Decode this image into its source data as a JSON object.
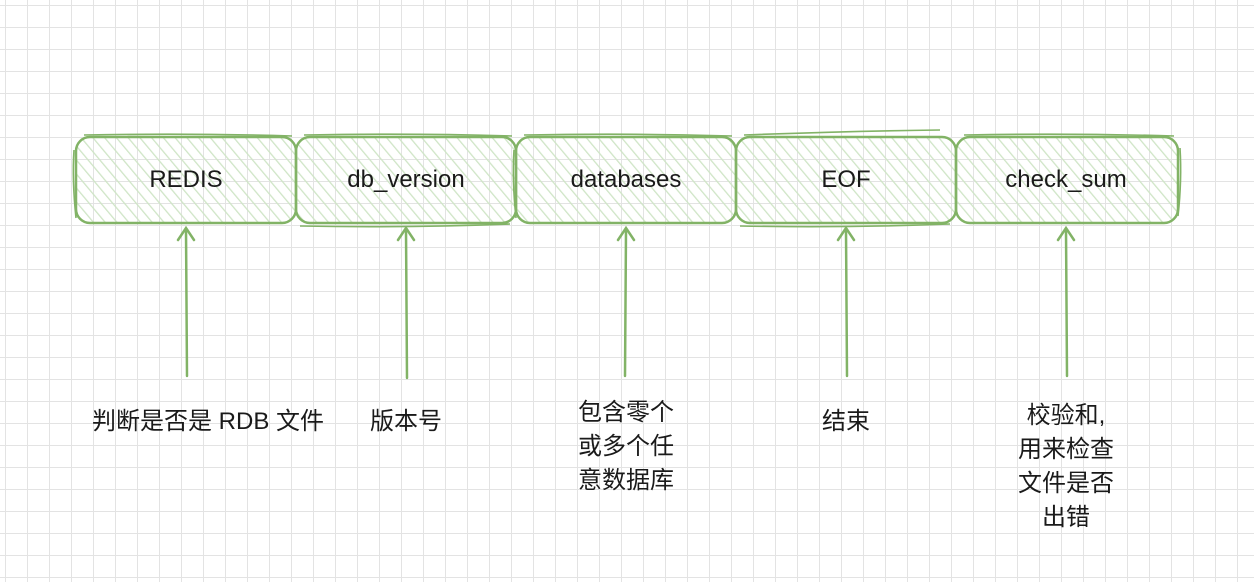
{
  "diagram": {
    "fields": [
      {
        "label": "REDIS",
        "description": [
          "判断是否是 RDB 文件"
        ]
      },
      {
        "label": "db_version",
        "description": [
          "版本号"
        ]
      },
      {
        "label": "databases",
        "description": [
          "包含零个",
          "或多个任",
          "意数据库"
        ]
      },
      {
        "label": "EOF",
        "description": [
          "结束"
        ]
      },
      {
        "label": "check_sum",
        "description": [
          "校验和,",
          "用来检查",
          "文件是否",
          "出错"
        ]
      }
    ],
    "colors": {
      "stroke": "#82b366",
      "fill": "#d5e8d4",
      "text": "#1a1a1a"
    }
  }
}
